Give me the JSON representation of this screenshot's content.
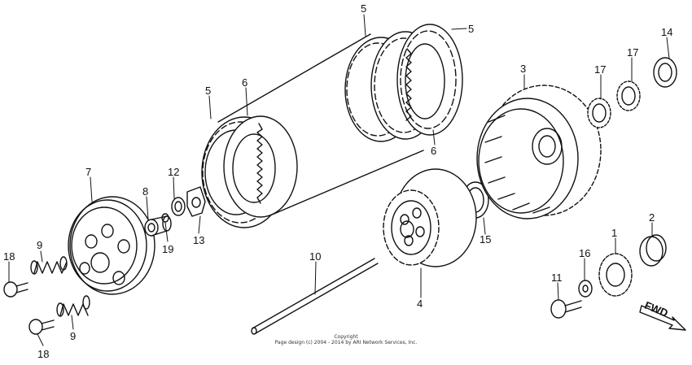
{
  "diagram": {
    "callouts": {
      "c1": "1",
      "c2": "2",
      "c3": "3",
      "c4": "4",
      "c5a": "5",
      "c5b": "5",
      "c5c": "5",
      "c6a": "6",
      "c6b": "6",
      "c7": "7",
      "c8": "8",
      "c9a": "9",
      "c9b": "9",
      "c10": "10",
      "c11": "11",
      "c12": "12",
      "c13": "13",
      "c14": "14",
      "c15": "15",
      "c16": "16",
      "c17a": "17",
      "c17b": "17",
      "c18a": "18",
      "c18b": "18",
      "c19": "19"
    },
    "direction_label": "FWD",
    "copyright_line1": "Copyright",
    "copyright_line2": "Page design (c) 2004 - 2014 by ARI Network Services, Inc."
  }
}
